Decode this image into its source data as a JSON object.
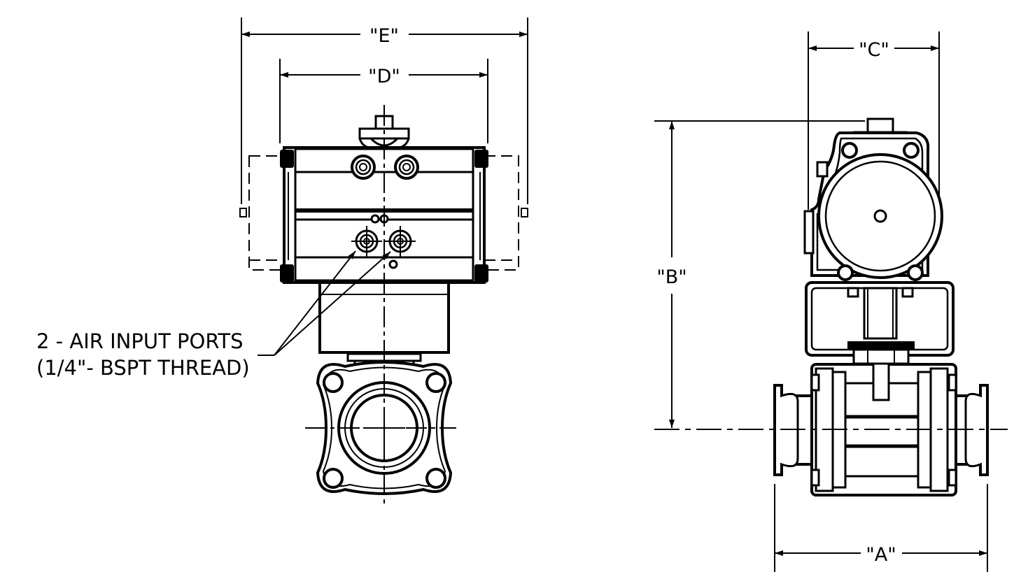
{
  "dimensions": {
    "a": "\"A\"",
    "b": "\"B\"",
    "c": "\"C\"",
    "d": "\"D\"",
    "e": "\"E\""
  },
  "note": {
    "line1": "2 - AIR INPUT PORTS",
    "line2": "(1/4\"- BSPT THREAD)"
  },
  "colors": {
    "line": "#000000",
    "background": "#ffffff"
  }
}
